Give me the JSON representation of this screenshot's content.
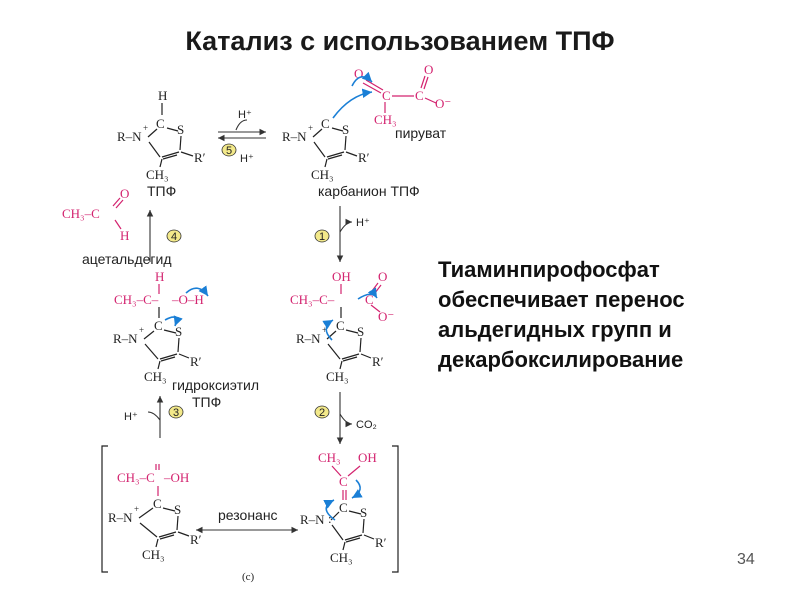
{
  "slide": {
    "title": "Катализ с использованием ТПФ",
    "side_text": [
      "Тиаминпирофосфат",
      "обеспечивает перенос",
      "альдегидных групп и",
      "декарбоксилирование"
    ],
    "page_number": "34"
  },
  "diagram": {
    "labels": {
      "tpp": "ТПФ",
      "carbanion": "карбанион ТПФ",
      "pyruvate": "пируват",
      "acetaldehyde": "ацетальдегид",
      "hydroxyethyl_1": "гидроксиэтил",
      "hydroxyethyl_2": "ТПФ",
      "resonance": "резонанс",
      "panel": "(c)"
    },
    "steps": [
      "1",
      "2",
      "3",
      "4",
      "5"
    ],
    "reagents": {
      "h_plus": "H⁺",
      "co2": "CO₂"
    },
    "atoms": {
      "R_N": "R–N",
      "N": "N",
      "S": "S",
      "C": "C",
      "H": "H",
      "O": "O",
      "OH": "OH",
      "O_minus": "O⁻",
      "CH3": "CH₃",
      "R_prime": "R′",
      "plus": "+",
      "CH3_C": "CH₃–C",
      "CH3_C_dash": "CH₃–C–",
      "C_O_H": "–O–H",
      "C_OH": "–OH",
      "dot_dot": ":"
    }
  }
}
